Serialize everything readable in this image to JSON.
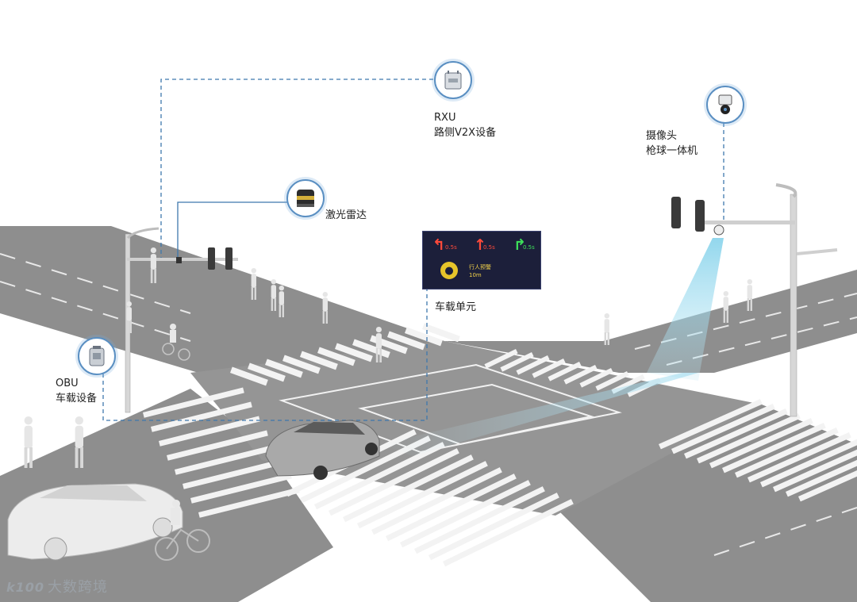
{
  "labels": {
    "rxu": {
      "line1": "RXU",
      "line2": "路侧V2X设备"
    },
    "camera": {
      "line1": "摄像头",
      "line2": "枪球一体机"
    },
    "lidar": {
      "line1": "激光雷达"
    },
    "obu_unit": {
      "line1": "车载单元"
    },
    "obu": {
      "line1": "OBU",
      "line2": "车载设备"
    }
  },
  "obu_panel": {
    "left_arrow": "↰",
    "left_dist": "0.5s",
    "up_arrow": "↑",
    "up_dist": "0.5s",
    "right_arrow": "↱",
    "right_dist": "0.5s",
    "warning_line1": "行人预警",
    "warning_line2": "10m",
    "colors": {
      "left": "#ff4a3a",
      "up": "#ff4a3a",
      "right": "#3de05a"
    }
  },
  "icons": {
    "rxu": "router-box-icon",
    "camera": "dome-camera-icon",
    "lidar": "lidar-sensor-icon",
    "obu": "obu-device-icon",
    "pedestrian": "pedestrian-icon"
  },
  "watermark": {
    "logo": "k100",
    "text": "大数跨境"
  },
  "colors": {
    "connector": "#3f78ad",
    "road": "#8d8d8d",
    "crosswalk": "#f4f4f4",
    "beam": "#9fd6ea"
  }
}
